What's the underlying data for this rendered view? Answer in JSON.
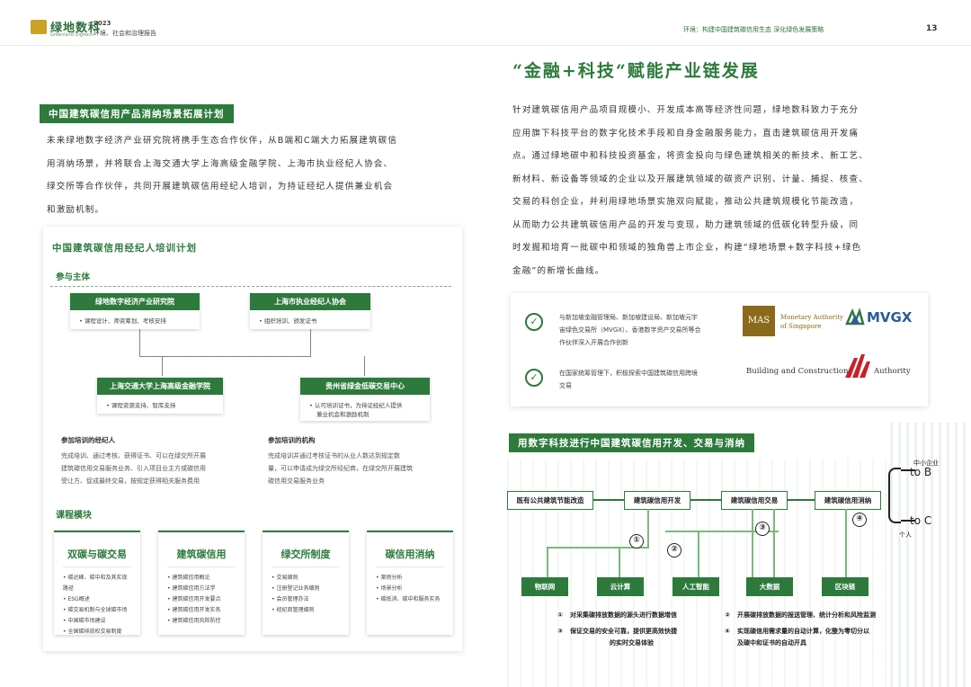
{
  "header": {
    "logo_name": "绿地数科",
    "logo_en": "Greenland Digitech",
    "year": "2023",
    "report": "环境、社会和治理报告",
    "section": "环境：构建中国建筑碳信用生态  深化绿色发展策略",
    "page": "13"
  },
  "left": {
    "section_title": "中国建筑碳信用产品消纳场景拓展计划",
    "para_lines": [
      "未来绿地数字经济产业研究院将携手生态合作伙伴，从B端和C端大力拓展建筑碳信",
      "用消纳场景，并将联合上海交通大学上海高级金融学院、上海市执业经纪人协会、",
      "绿交所等合作伙伴，共同开展建筑碳信用经纪人培训，为持证经纪人提供兼业机会",
      "和激励机制。"
    ],
    "panel": {
      "title": "中国建筑碳信用经纪人培训计划",
      "participants": "参与主体",
      "orgs": [
        {
          "name": "绿地数字经济产业研究院",
          "desc": "•  课程设计、师资筹划、考核安排"
        },
        {
          "name": "上海市执业经纪人协会",
          "desc": "•  组织培训、颁发证书"
        },
        {
          "name": "上海交通大学上海高级金融学院",
          "desc": "•  课程资源支持、智库支持"
        },
        {
          "name": "贵州省绿金低碳交易中心",
          "desc1": "•  认可培训证书，为持证经纪人提供",
          "desc2": "兼业机会和激励机制"
        }
      ],
      "broker_h": "参加培训的经纪人",
      "broker_lines": [
        "完成培训、通过考核、获得证书、可以在绿交所开展",
        "建筑碳信用交易服务业务、引入项目业主方或碳信用",
        "受让方、促成最终交易，按规定获得相关服务费用"
      ],
      "agency_h": "参加培训的机构",
      "agency_lines": [
        "完成培训并通过考核证书的从业人数达到规定数",
        "量，可以申请成为绿交所经纪商，在绿交所开展建筑",
        "碳信用交易服务业务"
      ],
      "course_h": "课程模块",
      "courses": [
        {
          "title": "双碳与碳交易",
          "items": [
            "•  碳达峰、碳中和及其实现",
            "   路径",
            "•  ESG概述",
            "•  碳交易机制与全球碳市场",
            "•  中国碳市场建设",
            "•  全国碳排放权交易制度"
          ]
        },
        {
          "title": "建筑碳信用",
          "items": [
            "•  建筑碳信用概论",
            "•  建筑碳信用方法学",
            "•  建筑碳信用开发要点",
            "•  建筑碳信用开发实务",
            "•  建筑碳信用风险防控"
          ]
        },
        {
          "title": "绿交所制度",
          "items": [
            "•  交易细则",
            "•  注册登记业务细则",
            "•  会员管理办法",
            "•  经纪商管理细则"
          ]
        },
        {
          "title": "碳信用消纳",
          "items": [
            "•  案例分析",
            "•  场景分析",
            "•  碳抵消、碳中和服务实务"
          ]
        }
      ]
    }
  },
  "right": {
    "big_title": "“金融+科技“赋能产业链发展",
    "para_lines": [
      "针对建筑碳信用产品项目规模小、开发成本高等经济性问题，绿地数科致力于充分",
      "应用旗下科技平台的数字化技术手段和自身金融服务能力，直击建筑碳信用开发痛",
      "点。通过绿地碳中和科技投资基金，将资金投向与绿色建筑相关的新技术、新工艺、",
      "新材料、新设备等领域的企业以及开展建筑领域的碳资产识别、计量、捕捉、核查、",
      "交易的科创企业，并利用绿地场景实施双向赋能，推动公共建筑规模化节能改造，",
      "从而助力公共建筑碳信用产品的开发与变现，助力建筑领域的低碳化转型升级，同",
      "时发掘和培育一批碳中和领域的独角兽上市企业，构建“绿地场景+数字科技+绿色",
      "金融”的新增长曲线。"
    ],
    "card": {
      "item1_lines": [
        "与新加坡金融管理局、新加坡建设局、新加坡元宇",
        "宙绿色交易所（MVGX）、香港数字资产交易所等合",
        "作伙伴深入开展合作创新"
      ],
      "item2_lines": [
        "在国家统筹管理下，积极探索中国建筑碳信用跨境",
        "交易"
      ],
      "mas": "MAS",
      "mas_text1": "Monetary Authority",
      "mas_text2": "of Singapore",
      "mvgx": "MVGX",
      "bca_left": "Building and Construction",
      "bca_right": "Authority"
    },
    "flow": {
      "title": "用数字科技进行中国建筑碳信用开发、交易与消纳",
      "steps": [
        "既有公共建筑节能改造",
        "建筑碳信用开发",
        "建筑碳信用交易",
        "建筑碳信用消纳"
      ],
      "to_b_label": "中小企业",
      "to_b": "to B",
      "to_c": "to C",
      "to_c_label": "个人",
      "techs": [
        "物联网",
        "云计算",
        "人工智能",
        "大数据",
        "区块链"
      ],
      "nums": [
        "①",
        "②",
        "③",
        "④"
      ],
      "legend": [
        {
          "n": "①",
          "lines": [
            "对采集碳排放数据的源头进行数据增信"
          ]
        },
        {
          "n": "③",
          "lines": [
            "保证交易的安全可靠，提供更高效快捷",
            "的实时交易体验"
          ]
        },
        {
          "n": "②",
          "lines": [
            "开展碳排放数据的报送管理、统计分析和风险监测"
          ]
        },
        {
          "n": "④",
          "lines": [
            "实现碳信用需求量的自动计算，化整为零切分以",
            "及碳中和证书的自动开具"
          ]
        }
      ]
    }
  }
}
